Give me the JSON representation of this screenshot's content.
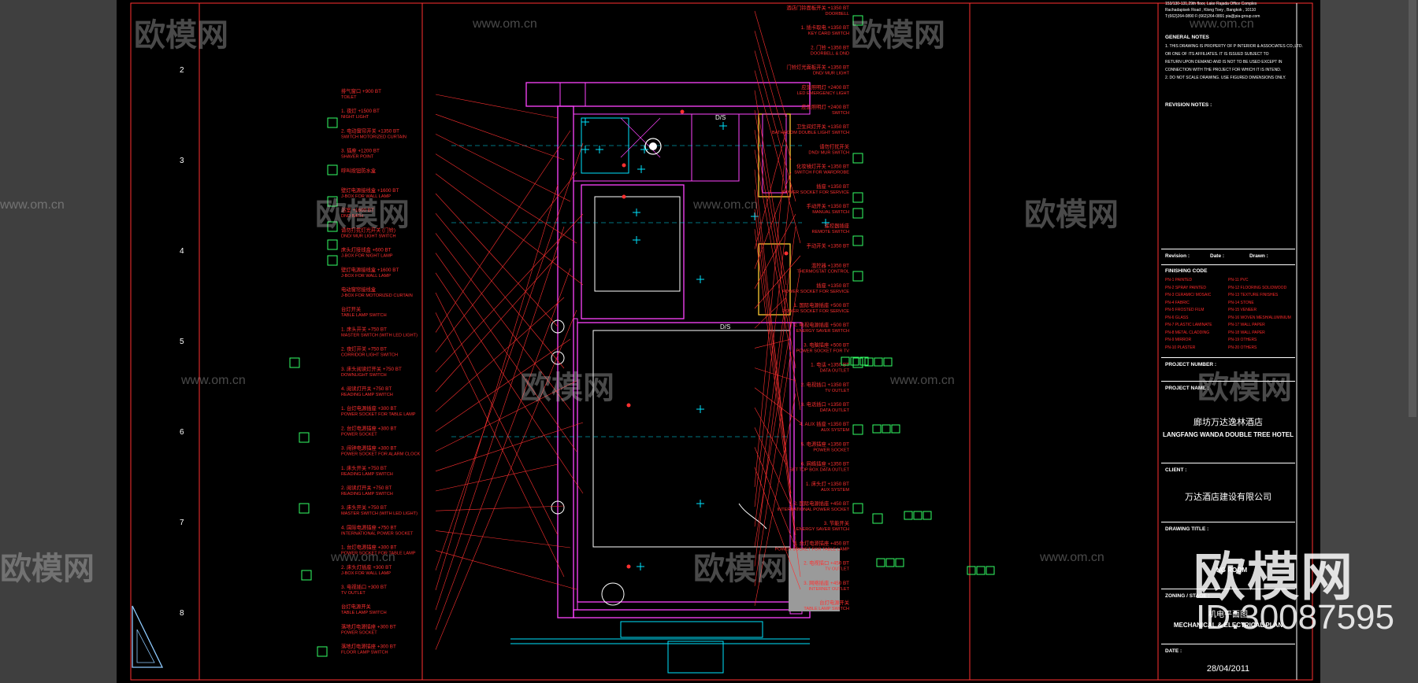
{
  "ruler": {
    "rows": [
      "2",
      "3",
      "4",
      "5",
      "6",
      "7",
      "8"
    ]
  },
  "title_block": {
    "company_lines": [
      "153/130-131,29th floor, Lake Rajada Office Complex",
      "Rachadapisek Road , Klong Toey , Bangkok , 10110",
      "T:(662)264-0890 F:(662)264-0891 pia@pia-group.com"
    ],
    "general_notes_label": "GENERAL NOTES",
    "general_notes": [
      "1. THIS DRAWING IS PROPERTY OF P INTERIOR & ASSOCIATES CO.,LTD.",
      "OR ONE OF ITS AFFILIATES. IT IS ISSUED SUBJECT TO",
      "RETURN UPON DEMAND AND IS NOT TO BE USED EXCEPT IN",
      "CONNECTION WITH THE PROJECT FOR WHICH IT IS INTEND.",
      "2. DO NOT SCALE DRAWING. USE FIGURED DIMENSIONS ONLY."
    ],
    "revision_notes_label": "REVISION NOTES :",
    "revision_label": "Revision :",
    "date_col_label": "Date :",
    "drawn_label": "Drawn :",
    "finishing_code_label": "FINISHING CODE",
    "finishing_codes_left": [
      "PN-1 PAINTED",
      "PN-2 SPRAY PAINTED",
      "PN-3 CERAMIC/ MOSAIC",
      "PN-4 FABRIC",
      "PN-5 FROSTED FILM",
      "PN-6 GLASS",
      "PN-7 PLASTIC LAMINATE",
      "PN-8 METAL CLADDING",
      "PN-9 MIRROR",
      "PN-10 PLASTER"
    ],
    "finishing_codes_right": [
      "PN-11 PVC",
      "PN-12 FLOORING SOLIDWOOD",
      "PN-13 TEXTURE FINISHES",
      "PN-14 STONE",
      "PN-15 VENEER",
      "PN-16 WOVEN MESH/ALUMINIUM",
      "PN-17 WALL PAPER",
      "PN-18 WALL PAPER",
      "PN-19 OTHERS",
      "PN-20 OTHERS"
    ],
    "project_number_label": "PROJECT NUMBER :",
    "project_name_label": "PROJECT NAME :",
    "project_name_cn": "廊坊万达逸林酒店",
    "project_name_en": "LANGFANG WANDA DOUBLE TREE HOTEL",
    "client_label": "CLIENT :",
    "client_name": "万达酒店建设有限公司",
    "drawing_title_label": "DRAWING TITLE :",
    "drawing_title_partial": "NG ROOM",
    "zoning_label": "ZONING / STAGE :",
    "zoning_cn": "机电平面图",
    "zoning_en": "MECHANICAL & ELECTRICAL PLAN",
    "date_label": "DATE :",
    "date_value": "28/04/2011"
  },
  "plan": {
    "dims": [
      "D/S",
      "D/S"
    ],
    "left_labels": [
      {
        "cn": "排气窗口 +900 BT",
        "en": "TOILET"
      },
      {
        "cn": "1. 夜灯  +1500 BT",
        "en": "NIGHT LIGHT"
      },
      {
        "cn": "2. 电动窗帘开关 +1350 BT",
        "en": "SWITCH MOTORIZED CURTAIN"
      },
      {
        "cn": "3. 插座  +1200 BT",
        "en": "SHAVER POINT"
      },
      {
        "cn": "呼叫按钮防水盒",
        "en": ""
      },
      {
        "cn": "壁灯电源接线盒 +1600 BT",
        "en": "J-BOX FOR WALL LAMP"
      },
      {
        "cn": "浴室  +1600 BT",
        "en": "DND BATH"
      },
      {
        "cn": "请勿打扰灯光开关 (门铃)",
        "en": "DND/ MUR LIGHT SWITCH"
      },
      {
        "cn": "床头灯接线盒 +600 BT",
        "en": "J-BOX FOR NIGHT LAMP"
      },
      {
        "cn": "壁灯电源接线盒 +1600 BT",
        "en": "J-BOX FOR WALL LAMP"
      },
      {
        "cn": "电动窗帘接线盒",
        "en": "J-BOX FOR MOTORIZED CURTAIN"
      },
      {
        "cn": "台灯开关",
        "en": "TABLE LAMP SWITCH"
      },
      {
        "cn": "1. 床头开关 +750 BT",
        "en": "MASTER SWITCH (WITH LED LIGHT)"
      },
      {
        "cn": "2. 夜灯开关 +750 BT",
        "en": "CORRIDOR LIGHT SWITCH"
      },
      {
        "cn": "3. 床头阅读灯开关 +750 BT",
        "en": "DOWNLIGHT SWITCH"
      },
      {
        "cn": "4. 阅读灯开关 +750 BT",
        "en": "READING LAMP SWITCH"
      },
      {
        "cn": "1. 台灯电源插座 +300 BT",
        "en": "POWER SOCKET FOR TABLE LAMP"
      },
      {
        "cn": "2. 台灯电源插座 +300 BT",
        "en": "POWER SOCKET"
      },
      {
        "cn": "3. 闹钟电源插座 +300 BT",
        "en": "POWER SOCKET FOR ALARM CLOCK"
      },
      {
        "cn": "1. 床头开关 +750 BT",
        "en": "READING LAMP SWITCH"
      },
      {
        "cn": "2. 阅读灯开关 +750 BT",
        "en": "READING LAMP SWITCH"
      },
      {
        "cn": "3. 床头开关 +750 BT",
        "en": "MASTER SWITCH (WITH LED LIGHT)"
      },
      {
        "cn": "4. 国际电源插座 +750 BT",
        "en": "INTERNATIONAL POWER SOCKET"
      },
      {
        "cn": "1. 台灯电源插座 +300 BT",
        "en": "POWER SOCKET FOR TABLE LAMP"
      },
      {
        "cn": "2. 床头灯插座 +300 BT",
        "en": "J-BOX FOR WALL LAMP"
      },
      {
        "cn": "3. 电视插口 +300 BT",
        "en": "TV OUTLET"
      },
      {
        "cn": "台灯电源开关",
        "en": "TABLE LAMP SWITCH"
      },
      {
        "cn": "落地灯电源插座 +300 BT",
        "en": "POWER SOCKET"
      },
      {
        "cn": "落地灯电源插座 +300 BT",
        "en": "FLOOR LAMP SWITCH"
      }
    ],
    "right_labels": [
      {
        "cn": "酒店门铃面板开关 +1350 BT",
        "en": "DOORBELL"
      },
      {
        "cn": "1. 插卡取电 +1350 BT",
        "en": "KEY CARD SWITCH"
      },
      {
        "cn": "2. 门铃 +1350 BT",
        "en": "DOORBELL & DND"
      },
      {
        "cn": "门铃灯光面板开关 +1350 BT",
        "en": "DND/ MUR LIGHT"
      },
      {
        "cn": "应急照明灯 +2400 BT",
        "en": "LED EMERGENCY LIGHT"
      },
      {
        "cn": "应急照明灯 +2400 BT",
        "en": "SWITCH"
      },
      {
        "cn": "卫生间灯开关 +1350 BT",
        "en": "BATHROOM DOUBLE LIGHT SWITCH"
      },
      {
        "cn": "请勿打扰开关",
        "en": "DND/ MUR SWITCH"
      },
      {
        "cn": "化妆镜灯开关 +1350 BT",
        "en": "SWITCH FOR WARDROBE"
      },
      {
        "cn": "插座 +1350 BT",
        "en": "POWER SOCKET FOR SERVICE"
      },
      {
        "cn": "手动开关 +1350 BT",
        "en": "MANUAL SWITCH"
      },
      {
        "cn": "遥控器插座",
        "en": "REMOTE SWITCH"
      },
      {
        "cn": "手动开关 +1350 BT",
        "en": ""
      },
      {
        "cn": "温控器 +1350 BT",
        "en": "THERMOSTAT CONTROL"
      },
      {
        "cn": "插座 +1350 BT",
        "en": "POWER SOCKET FOR SERVICE"
      },
      {
        "cn": "1. 国际电源插座 +500 BT",
        "en": "POWER SOCKET FOR SERVICE"
      },
      {
        "cn": "2. 电视电源插座 +500 BT",
        "en": "ENERGY SAVER SWITCH"
      },
      {
        "cn": "3. 电脑插座 +500 BT",
        "en": "POWER SOCKET FOR TV"
      },
      {
        "cn": "1. 电话 +1350 BT",
        "en": "DATA OUTLET"
      },
      {
        "cn": "2. 电视插口 +1350 BT",
        "en": "TV OUTLET"
      },
      {
        "cn": "3. 电话插口 +1350 BT",
        "en": "DATA OUTLET"
      },
      {
        "cn": "4. AUX 插座 +1350 BT",
        "en": "AUX SYSTEM"
      },
      {
        "cn": "5. 电源插座 +1350 BT",
        "en": "POWER SOCKET"
      },
      {
        "cn": "6. 网络插座 +1350 BT",
        "en": "SET TOP BOX DATA OUTLET"
      },
      {
        "cn": "1. 床头灯 +1350 BT",
        "en": "AUX SYSTEM"
      },
      {
        "cn": "2. 国际电源插座 +450 BT",
        "en": "INTERNATIONAL POWER SOCKET"
      },
      {
        "cn": "3. 节能开关",
        "en": "ENERGY SAVER SWITCH"
      },
      {
        "cn": "1. 台灯电源插座 +450 BT",
        "en": "POWER SOCKET FOR TABLE LAMP"
      },
      {
        "cn": "2. 电视插口 +450 BT",
        "en": "TV OUTLET"
      },
      {
        "cn": "3. 网络插座 +450 BT",
        "en": "INTERNET OUTLET"
      },
      {
        "cn": "台灯电源开关",
        "en": "TABLE LAMP SWITCH"
      }
    ]
  },
  "watermarks": {
    "text": "欧模网",
    "domain": "www.om.cn",
    "big_logo": "欧模网",
    "id_text": "ID:30087595"
  }
}
